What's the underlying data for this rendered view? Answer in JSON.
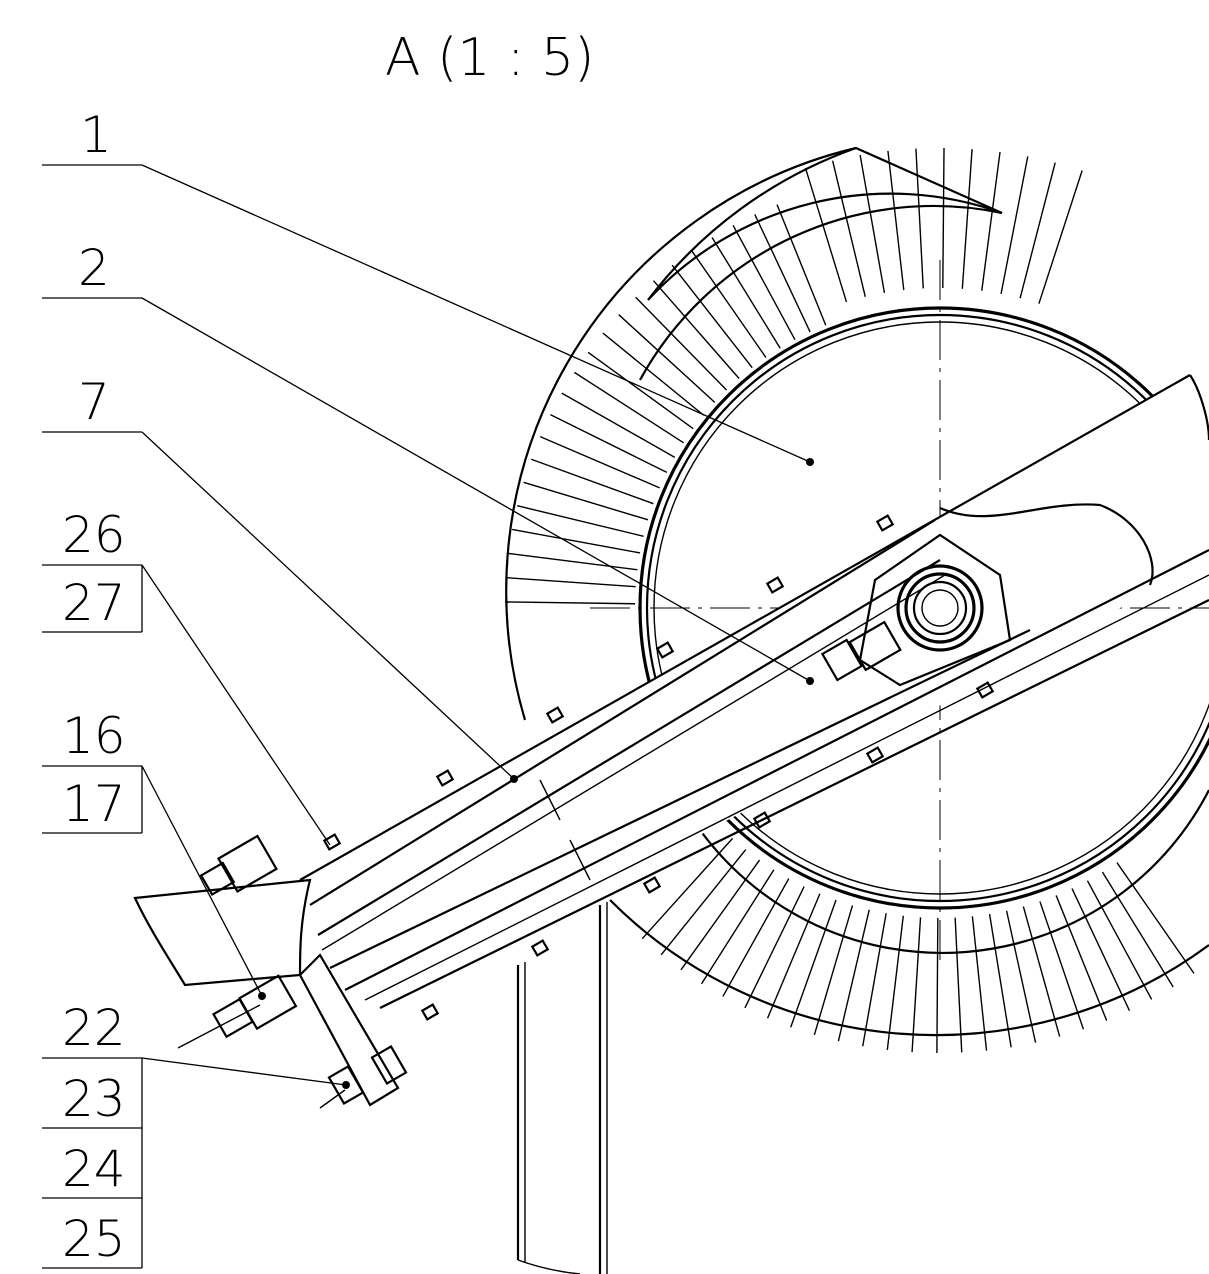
{
  "view_title": "A (1 : 5)",
  "callouts": {
    "c1": "1",
    "c2": "2",
    "c7": "7",
    "c26": "26",
    "c27": "27",
    "c16": "16",
    "c17": "17",
    "c22": "22",
    "c23": "23",
    "c24": "24",
    "c25": "25"
  }
}
